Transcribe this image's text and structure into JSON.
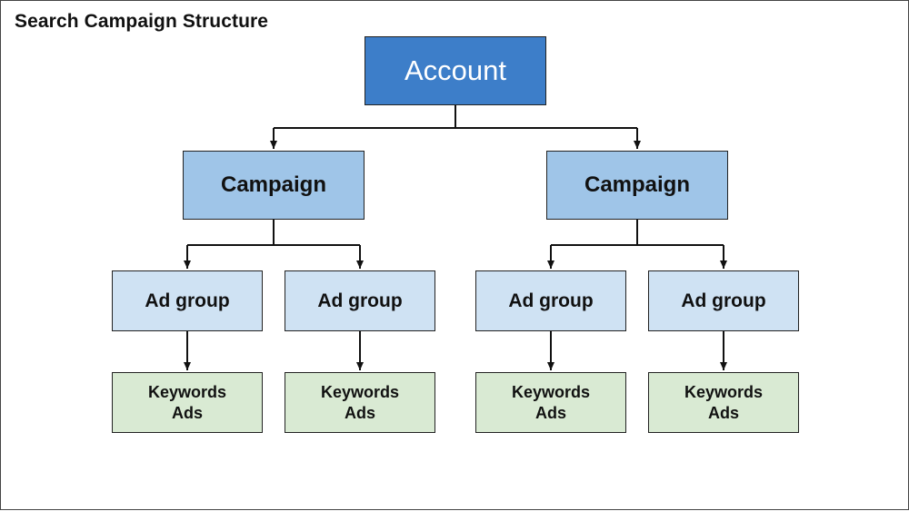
{
  "title": "Search Campaign Structure",
  "colors": {
    "account": "#3d7ec9",
    "campaign": "#9fc5e8",
    "ad_group": "#cfe2f3",
    "leaf": "#d9ead3",
    "line": "#111111"
  },
  "nodes": {
    "account": "Account",
    "campaigns": [
      "Campaign",
      "Campaign"
    ],
    "ad_groups": [
      "Ad group",
      "Ad group",
      "Ad group",
      "Ad group"
    ],
    "leaves": [
      {
        "keywords": "Keywords",
        "ads": "Ads"
      },
      {
        "keywords": "Keywords",
        "ads": "Ads"
      },
      {
        "keywords": "Keywords",
        "ads": "Ads"
      },
      {
        "keywords": "Keywords",
        "ads": "Ads"
      }
    ]
  }
}
